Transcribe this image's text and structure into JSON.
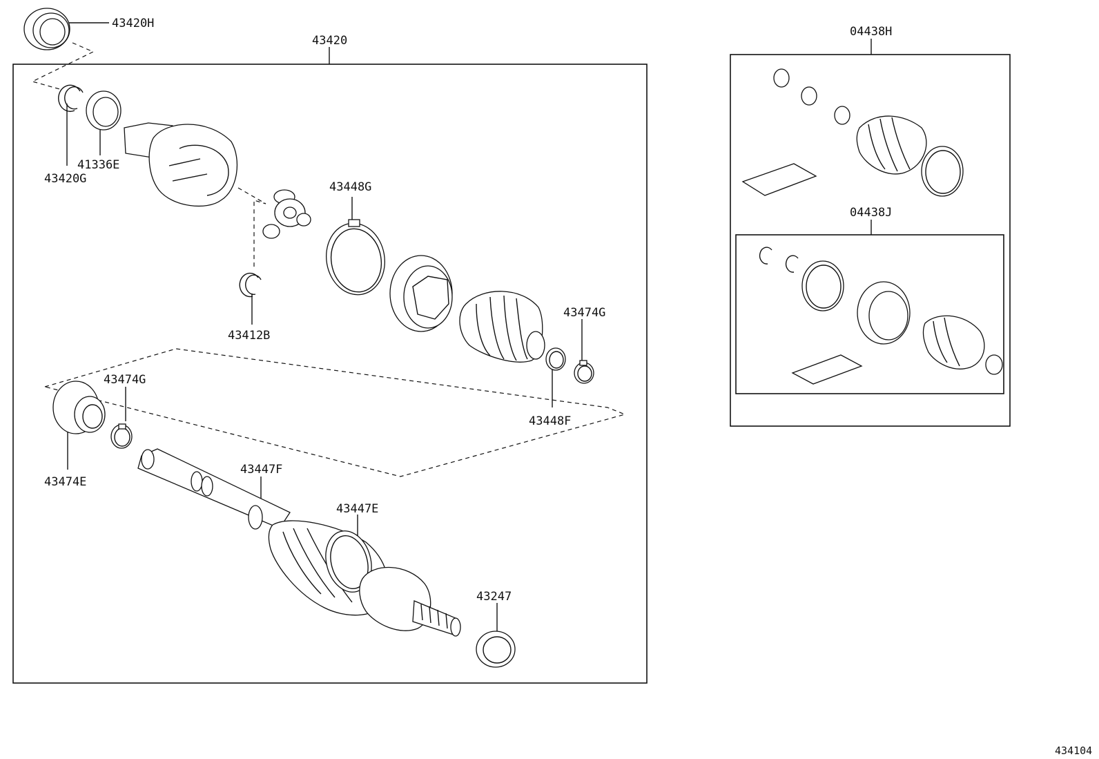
{
  "labels": {
    "p43420H": "43420H",
    "p43420": "43420",
    "p43420G": "43420G",
    "p41336E": "41336E",
    "p43448G": "43448G",
    "p43412B": "43412B",
    "p43474G_top": "43474G",
    "p43448F": "43448F",
    "p43474G_bottom": "43474G",
    "p43474E": "43474E",
    "p43447F": "43447F",
    "p43447E": "43447E",
    "p43247": "43247",
    "p04438H": "04438H",
    "p04438J": "04438J"
  },
  "diagram_id": "434104"
}
